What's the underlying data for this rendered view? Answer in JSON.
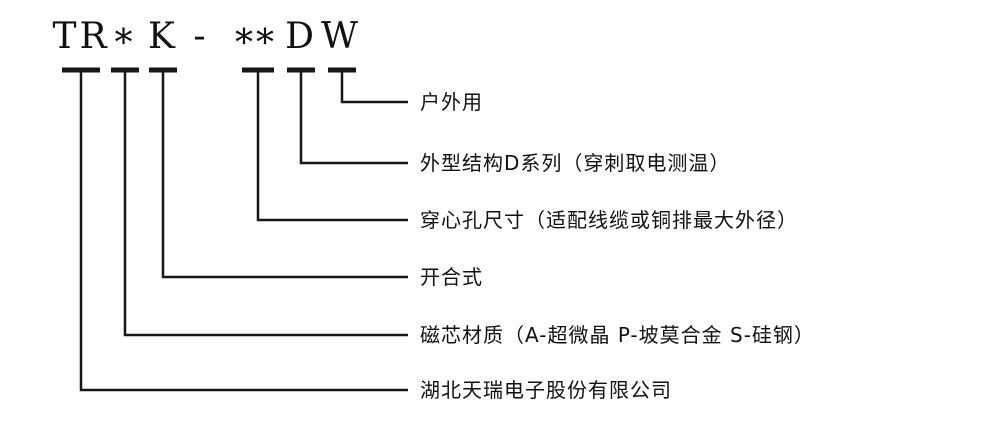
{
  "code": {
    "segments": [
      "TR",
      "*",
      "K",
      "-",
      "**",
      "D",
      "W"
    ]
  },
  "labels": [
    "户外用",
    "外型结构D系列（穿刺取电测温）",
    "穿心孔尺寸（适配线缆或铜排最大外径）",
    "开合式",
    "磁芯材质（A-超微晶 P-坡莫合金 S-硅钢）",
    "湖北天瑞电子股份有限公司"
  ]
}
